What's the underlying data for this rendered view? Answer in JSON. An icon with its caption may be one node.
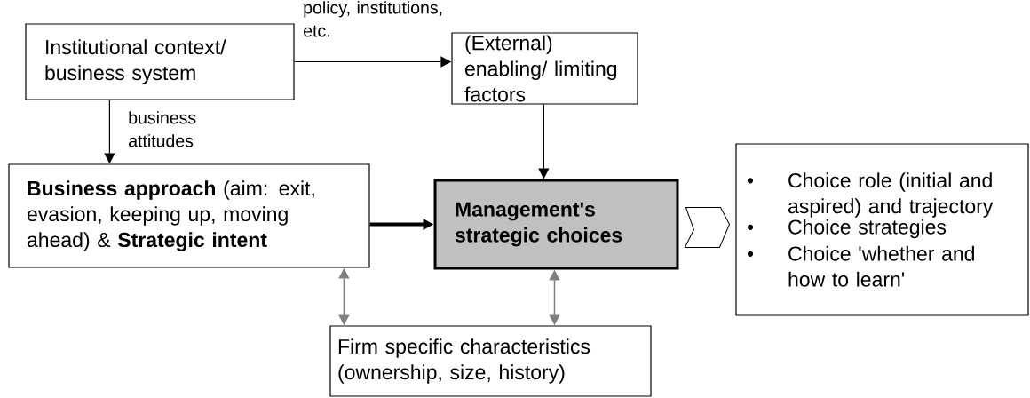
{
  "diagram": {
    "nodes": [
      {
        "text": [
          "Institutional context/ business system"
        ]
      },
      {
        "text": [
          "(External) enabling/ limiting factors"
        ]
      },
      {
        "text": [
          "**Business approach** (aim: exit, evasion, keeping up, moving ahead) & **Strategic intent**"
        ]
      },
      {
        "text": [
          "Management's strategic choices"
        ]
      },
      {
        "text": [
          "Choice role (initial and aspired) and trajectory",
          "Choice strategies",
          "Choice 'whether and how to learn'"
        ]
      },
      {
        "text": [
          "Firm specific characteristics (ownership, size, history)"
        ]
      }
    ],
    "edges": [
      {
        "from": 0,
        "to": 1,
        "arrow": "to",
        "label": "policy, institutions, etc."
      },
      {
        "from": 0,
        "to": 2,
        "arrow": "to",
        "label": "business attitudes"
      },
      {
        "from": 1,
        "to": 3,
        "arrow": "to"
      },
      {
        "from": 2,
        "to": 3,
        "arrow": "to",
        "style": "thick"
      },
      {
        "from": 2,
        "to": 5,
        "arrow": "both",
        "color": "#808080"
      },
      {
        "from": 3,
        "to": 5,
        "arrow": "both",
        "color": "#808080"
      },
      {
        "from": 3,
        "to": 4,
        "arrow": "to"
      }
    ],
    "labels": [
      "•",
      "•",
      "•"
    ]
  }
}
